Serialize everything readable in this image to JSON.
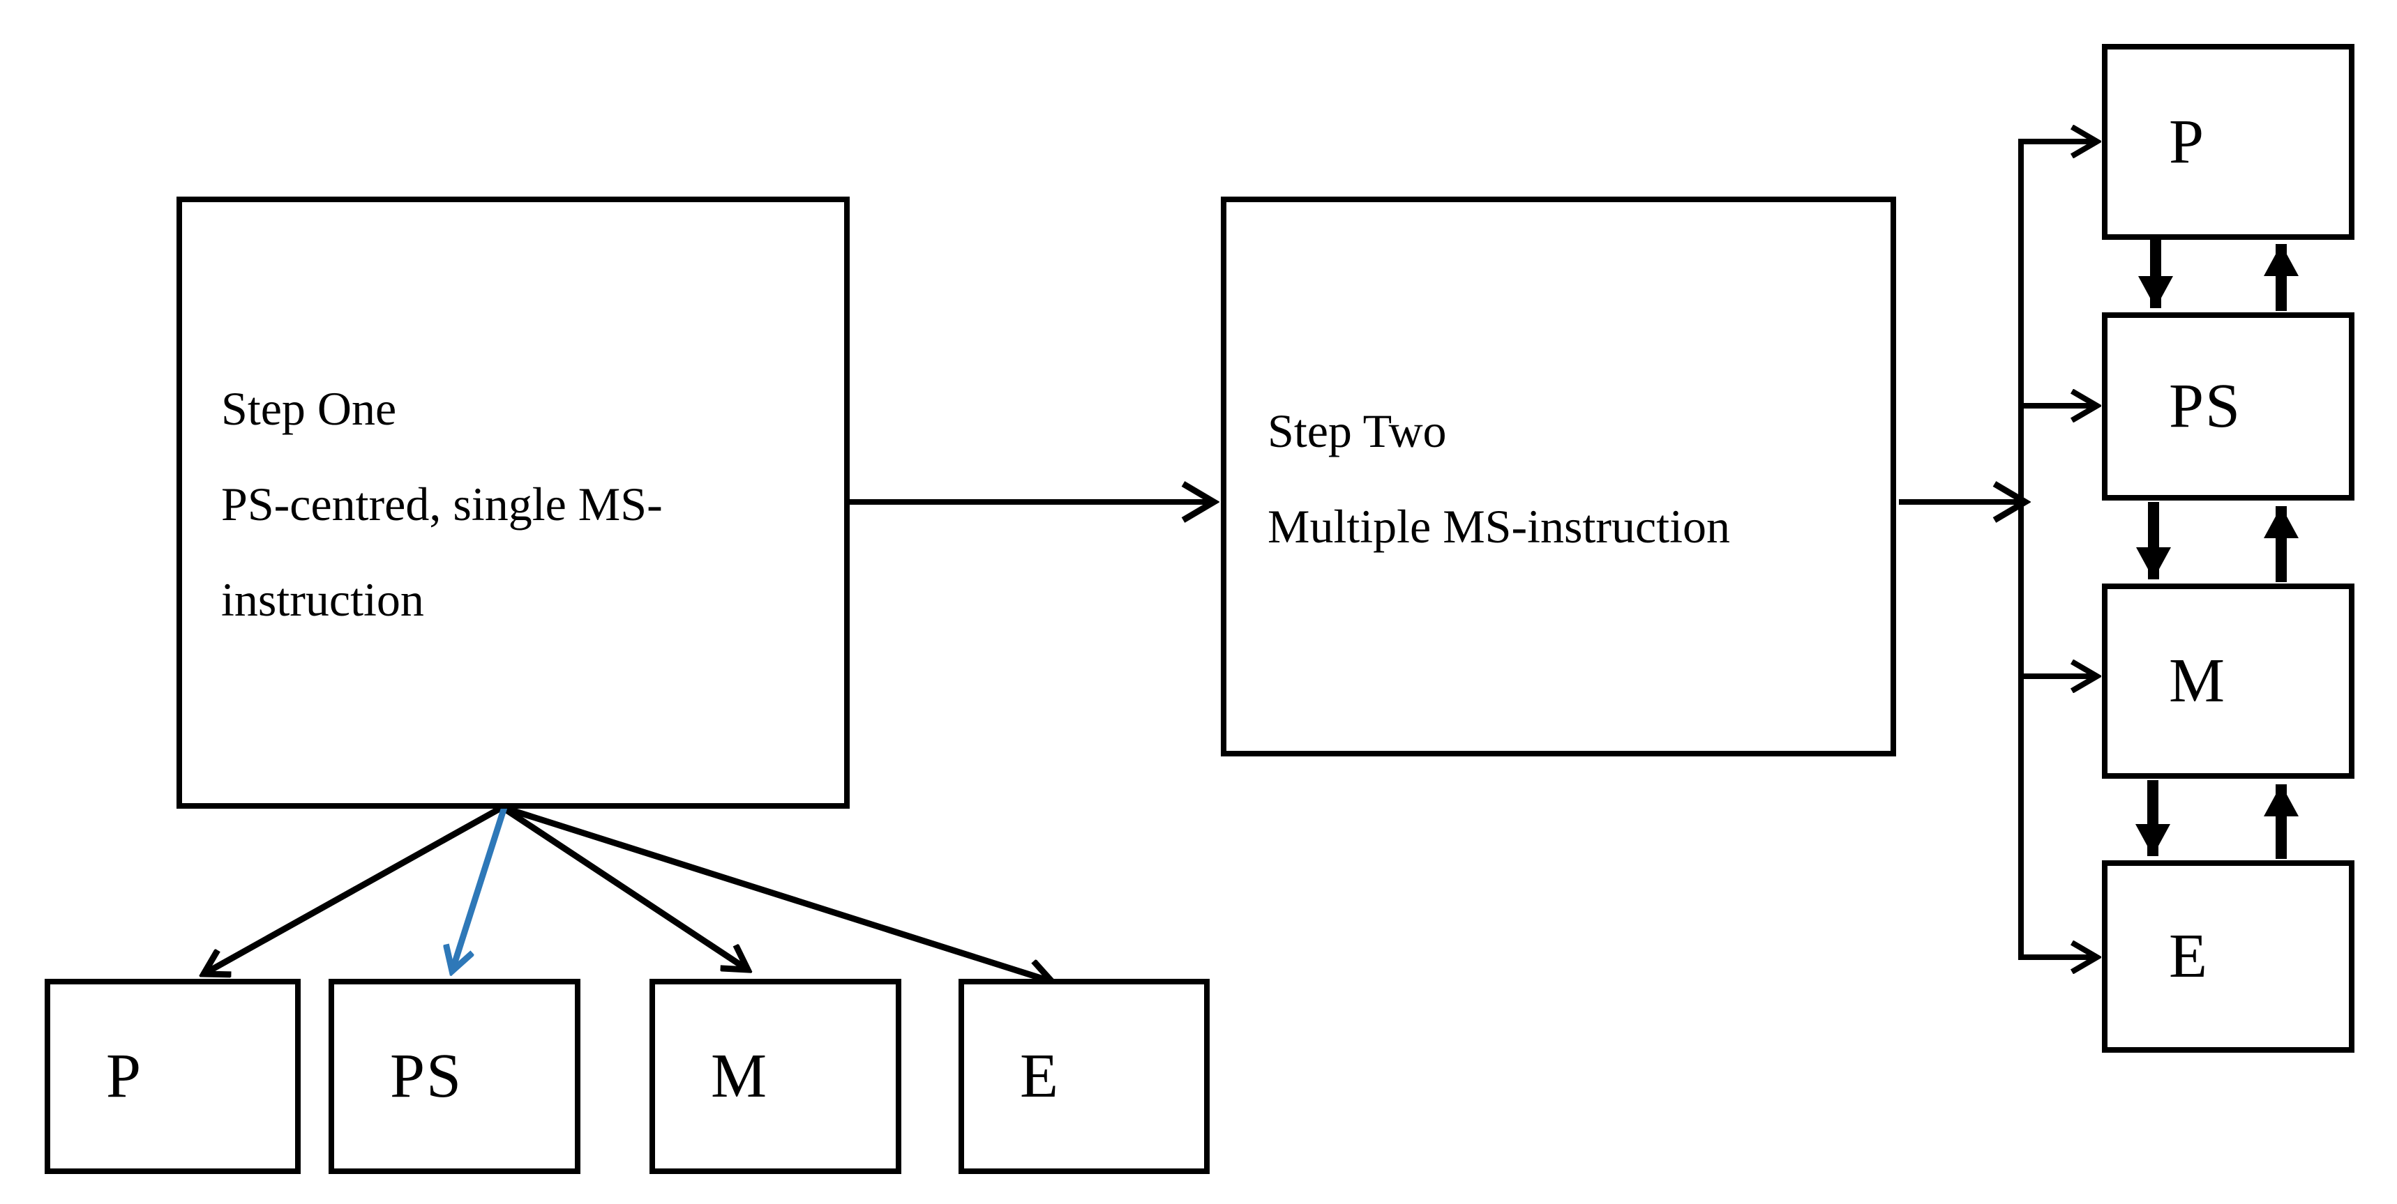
{
  "step_one": {
    "lines": [
      "Step One",
      "PS-centred, single MS-",
      "instruction"
    ]
  },
  "step_two": {
    "lines": [
      "Step Two",
      "Multiple MS-instruction"
    ]
  },
  "right_boxes": [
    {
      "label": "P"
    },
    {
      "label": "PS"
    },
    {
      "label": "M"
    },
    {
      "label": "E"
    }
  ],
  "bottom_boxes": [
    {
      "label": "P"
    },
    {
      "label": "PS"
    },
    {
      "label": "M"
    },
    {
      "label": "E"
    }
  ],
  "colors": {
    "line": "#000000",
    "highlight_arrow": "#2E78B8",
    "background": "#FFFFFF"
  },
  "edges": [
    "step-one -> step-two (open arrow)",
    "step-two -> spine (open arrow)",
    "spine -> P (open arrow)",
    "spine -> PS (open arrow)",
    "spine -> M (open arrow)",
    "spine -> E (open arrow)",
    "P <-> PS (solid down and up arrows)",
    "PS <-> M (solid down and up arrows)",
    "M <-> E (solid down and up arrows)",
    "step-one -> bottom P (open arrow, black)",
    "step-one -> bottom PS (open arrow, blue)",
    "step-one -> bottom M (open arrow, black)",
    "step-one -> bottom E (open arrow, black)"
  ]
}
